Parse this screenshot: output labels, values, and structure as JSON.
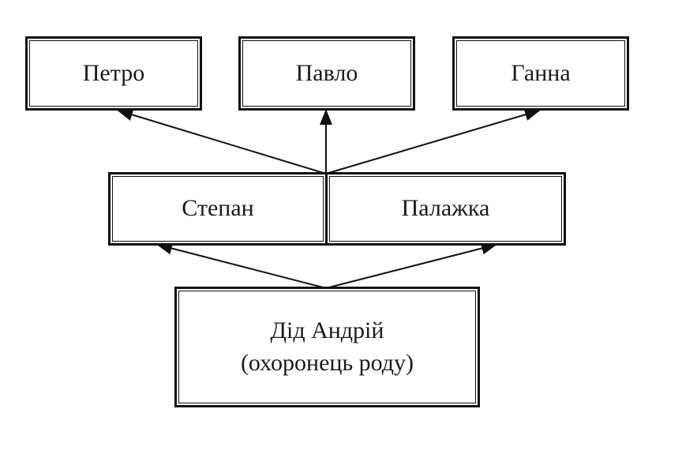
{
  "children": [
    "Петро",
    "Павло",
    "Ганна"
  ],
  "parents": {
    "father": "Степан",
    "mother": "Палажка"
  },
  "ancestor": {
    "name": "Дід Андрій",
    "role": "(охоронець роду)"
  }
}
